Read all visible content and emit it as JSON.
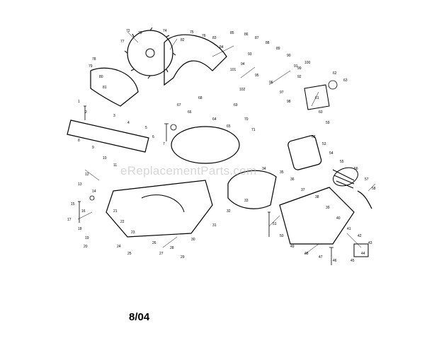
{
  "diagram": {
    "watermark": "eReplacementParts.com",
    "date_code": "8/04",
    "callouts": [
      "72",
      "73",
      "74",
      "75",
      "76",
      "77",
      "78",
      "79",
      "80",
      "81",
      "82",
      "83",
      "84",
      "85",
      "86",
      "87",
      "88",
      "89",
      "90",
      "91",
      "92",
      "93",
      "94",
      "95",
      "96",
      "97",
      "98",
      "99",
      "100",
      "101",
      "102",
      "1",
      "2",
      "3",
      "4",
      "5",
      "6",
      "7",
      "8",
      "9",
      "10",
      "11",
      "12",
      "13",
      "14",
      "15",
      "16",
      "17",
      "18",
      "19",
      "20",
      "21",
      "22",
      "23",
      "24",
      "25",
      "26",
      "27",
      "28",
      "29",
      "30",
      "31",
      "32",
      "33",
      "34",
      "35",
      "36",
      "37",
      "38",
      "39",
      "40",
      "41",
      "42",
      "43",
      "44",
      "45",
      "46",
      "47",
      "48",
      "49",
      "50",
      "51",
      "52",
      "53",
      "54",
      "55",
      "56",
      "57",
      "58",
      "59",
      "60",
      "61",
      "62",
      "63",
      "64",
      "65",
      "66",
      "67",
      "68",
      "69",
      "70",
      "71"
    ]
  }
}
